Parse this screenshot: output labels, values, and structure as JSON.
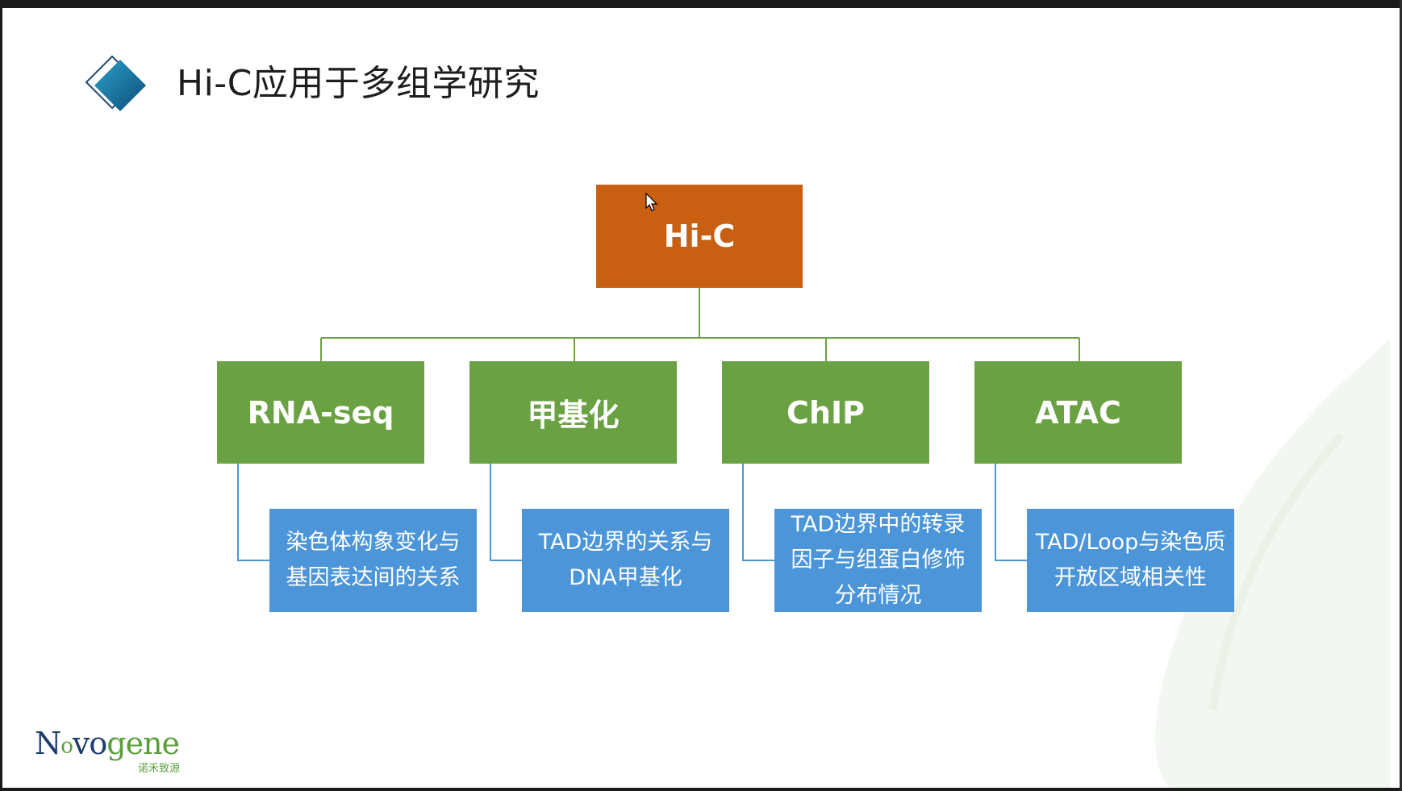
{
  "slide": {
    "title": "Hi-C应用于多组学研究",
    "accent_colors": {
      "root": "#c85f13",
      "category": "#6aa243",
      "detail": "#4b95d8",
      "connector_green": "#6aa243",
      "connector_blue": "#4b95d8"
    }
  },
  "diagram": {
    "root": {
      "label": "Hi-C"
    },
    "branches": [
      {
        "label": "RNA-seq",
        "detail": [
          "染色体构象变化与",
          "基因表达间的关系"
        ]
      },
      {
        "label": "甲基化",
        "detail": [
          "TAD边界的关系与",
          "DNA甲基化"
        ]
      },
      {
        "label": "ChIP",
        "detail": [
          "TAD边界中的转录",
          "因子与组蛋白修饰",
          "分布情况"
        ]
      },
      {
        "label": "ATAC",
        "detail": [
          "TAD/Loop与染色质",
          "开放区域相关性"
        ]
      }
    ]
  },
  "logo": {
    "main_prefix": "N",
    "main_o": "o",
    "main_v": "vo",
    "main_suffix": "gene",
    "sub": "诺禾致源"
  }
}
